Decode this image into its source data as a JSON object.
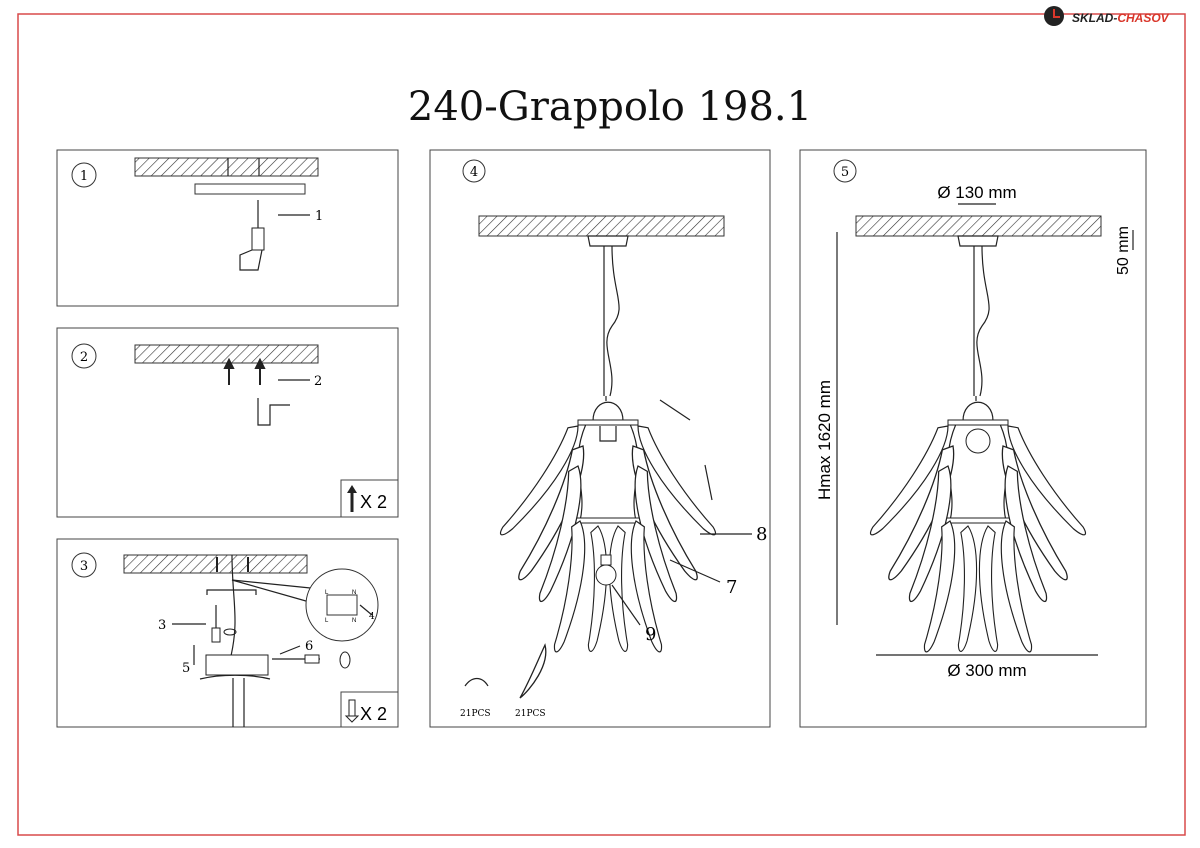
{
  "logo": {
    "part1": "SKLAD-",
    "part2": "CHASOV",
    "accent": "#d9372b"
  },
  "title": "240-Grappolo 198.1",
  "frame_color": "#d94a4a",
  "panels": [
    {
      "number": "1",
      "callouts": [
        "1"
      ]
    },
    {
      "number": "2",
      "callouts": [
        "2"
      ],
      "quantity": "X 2"
    },
    {
      "number": "3",
      "callouts": [
        "3",
        "4",
        "5",
        "6"
      ],
      "quantity": "X 2",
      "terminal_labels": [
        "L",
        "N",
        "L",
        "N"
      ]
    },
    {
      "number": "4",
      "callouts": [
        "8",
        "7",
        "9"
      ],
      "parts": [
        {
          "count": "21PCS"
        },
        {
          "count": "21PCS"
        }
      ]
    },
    {
      "number": "5",
      "dimensions": {
        "canopy_diameter": "Ø 130 mm",
        "canopy_height": "50 mm",
        "max_height": "Hmax 1620 mm",
        "diameter": "Ø 300 mm"
      }
    }
  ]
}
